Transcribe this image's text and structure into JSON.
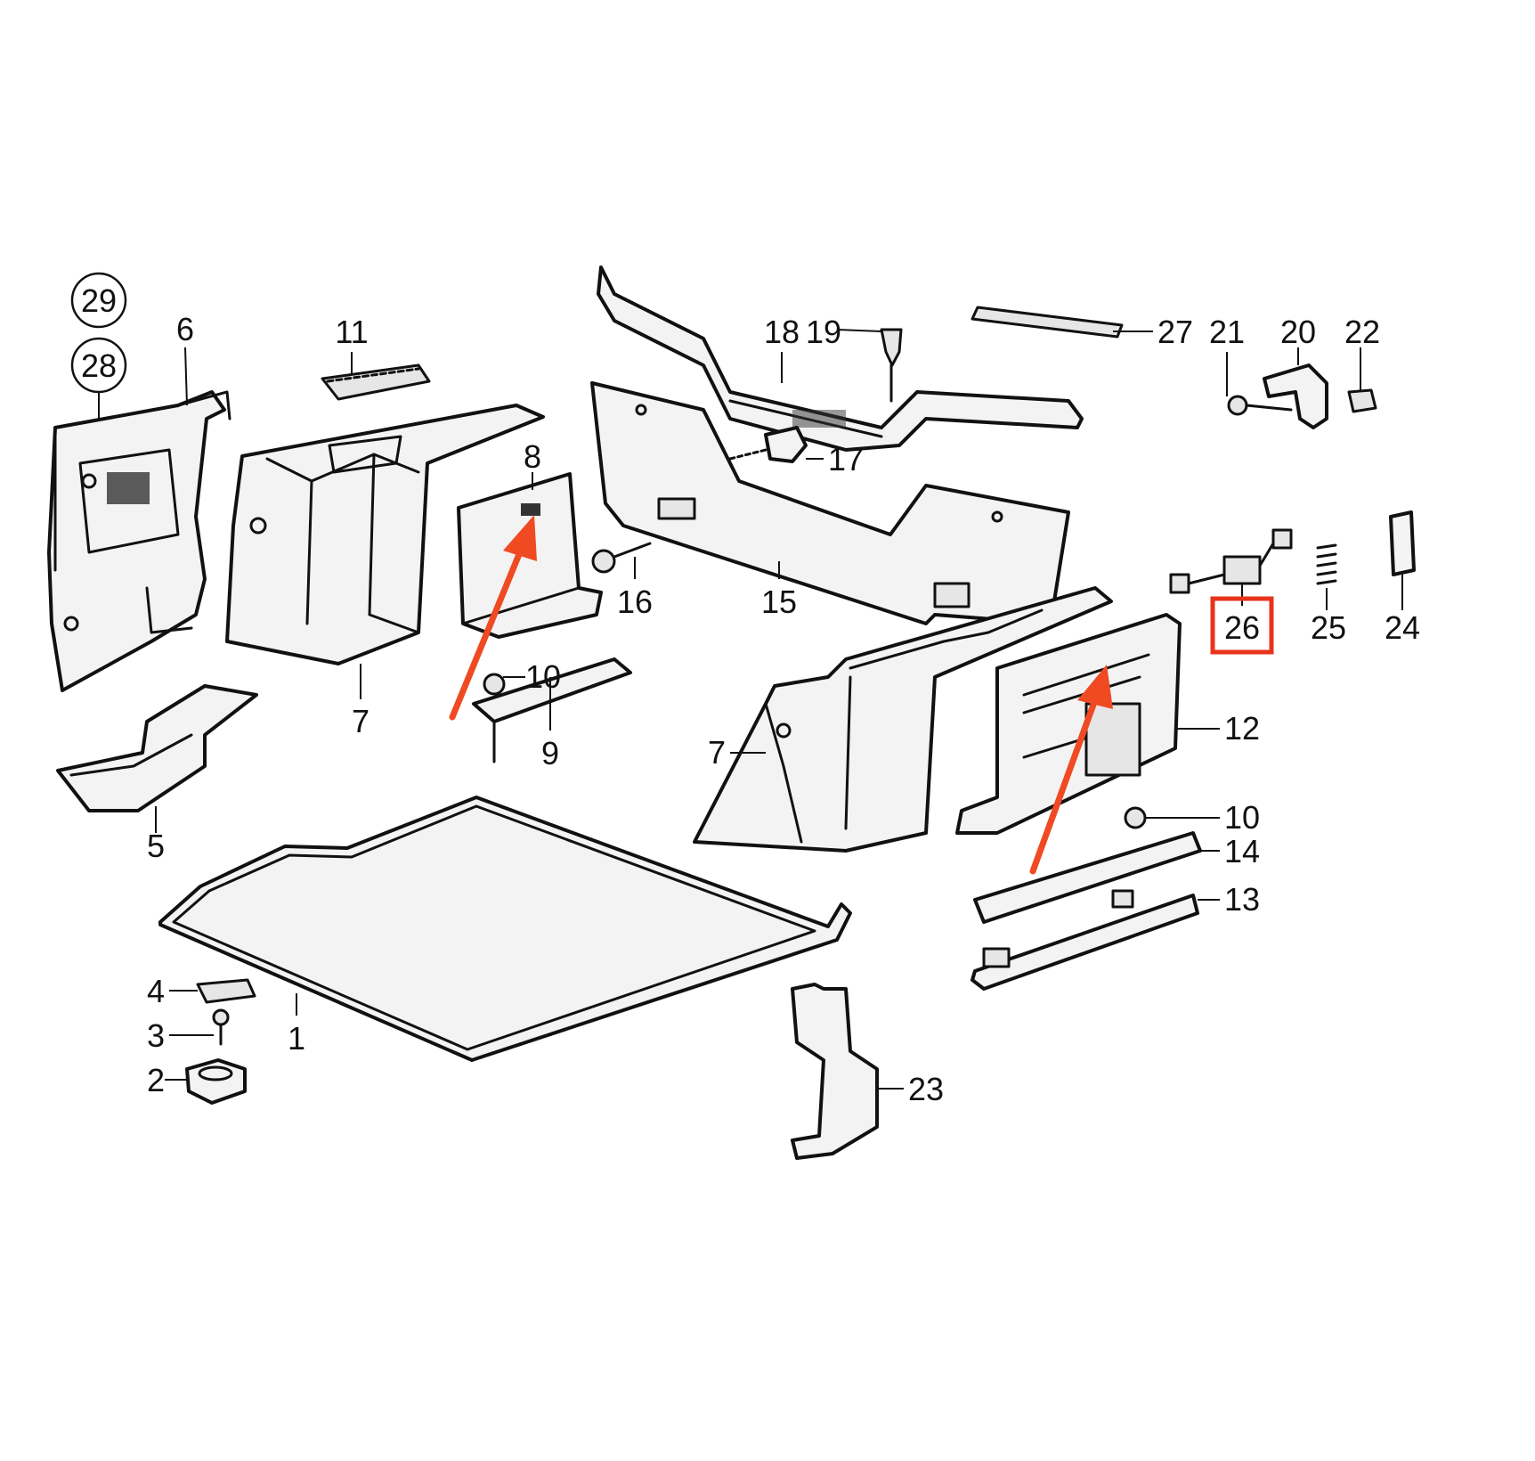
{
  "diagram": {
    "callouts": [
      {
        "id": "29",
        "text": "29"
      },
      {
        "id": "28",
        "text": "28"
      },
      {
        "id": "6",
        "text": "6"
      },
      {
        "id": "11",
        "text": "11"
      },
      {
        "id": "8",
        "text": "8"
      },
      {
        "id": "18",
        "text": "18"
      },
      {
        "id": "19",
        "text": "19"
      },
      {
        "id": "27",
        "text": "27"
      },
      {
        "id": "21",
        "text": "21"
      },
      {
        "id": "20",
        "text": "20"
      },
      {
        "id": "22",
        "text": "22"
      },
      {
        "id": "17",
        "text": "17"
      },
      {
        "id": "16",
        "text": "16"
      },
      {
        "id": "15",
        "text": "15"
      },
      {
        "id": "26",
        "text": "26"
      },
      {
        "id": "25",
        "text": "25"
      },
      {
        "id": "24",
        "text": "24"
      },
      {
        "id": "7a",
        "text": "7"
      },
      {
        "id": "10a",
        "text": "10"
      },
      {
        "id": "9",
        "text": "9"
      },
      {
        "id": "7b",
        "text": "7"
      },
      {
        "id": "12",
        "text": "12"
      },
      {
        "id": "5",
        "text": "5"
      },
      {
        "id": "10b",
        "text": "10"
      },
      {
        "id": "14",
        "text": "14"
      },
      {
        "id": "13",
        "text": "13"
      },
      {
        "id": "4",
        "text": "4"
      },
      {
        "id": "3",
        "text": "3"
      },
      {
        "id": "1",
        "text": "1"
      },
      {
        "id": "2",
        "text": "2"
      },
      {
        "id": "23",
        "text": "23"
      }
    ],
    "highlight": {
      "part_number": "26",
      "color": "#e8331c"
    },
    "arrow_color": "#f04a23"
  }
}
